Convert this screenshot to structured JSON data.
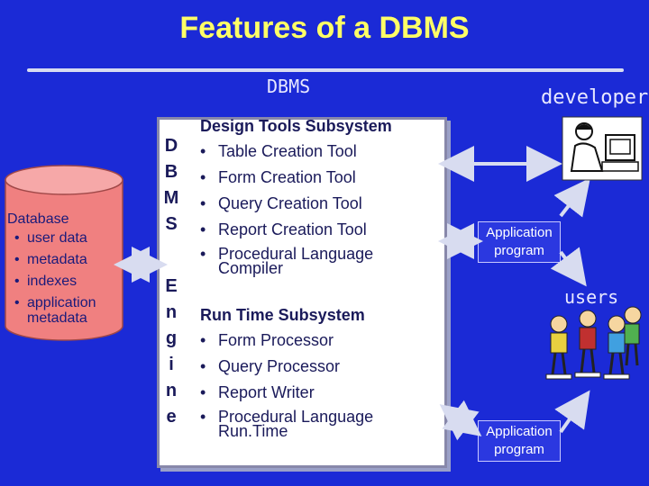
{
  "title": "Features of a DBMS",
  "dbms_label": "DBMS",
  "developer_label": "developer",
  "users_label": "users",
  "database": {
    "heading": "Database",
    "items": [
      "user data",
      "metadata",
      "indexes",
      "application metadata"
    ]
  },
  "engine_letters": {
    "top": [
      "D",
      "B",
      "M",
      "S"
    ],
    "bottom": [
      "E",
      "n",
      "g",
      "i",
      "n",
      "e"
    ]
  },
  "design_tools": {
    "heading": "Design Tools Subsystem",
    "items": [
      "Table Creation Tool",
      "Form Creation Tool",
      "Query Creation Tool",
      "Report Creation Tool",
      "Procedural Language Compiler"
    ]
  },
  "runtime": {
    "heading": "Run Time Subsystem",
    "items": [
      "Form Processor",
      "Query Processor",
      "Report Writer",
      "Procedural Language Run.Time"
    ]
  },
  "app_program_top": "Application program",
  "app_program_bottom": "Application program",
  "colors": {
    "background": "#1b2ad6",
    "title": "#ffff66",
    "cylinder": "#f08080",
    "panel": "#ffffff",
    "arrows": "#d8dcf0"
  },
  "icons": [
    "developer-at-computer-icon",
    "users-group-icon"
  ]
}
